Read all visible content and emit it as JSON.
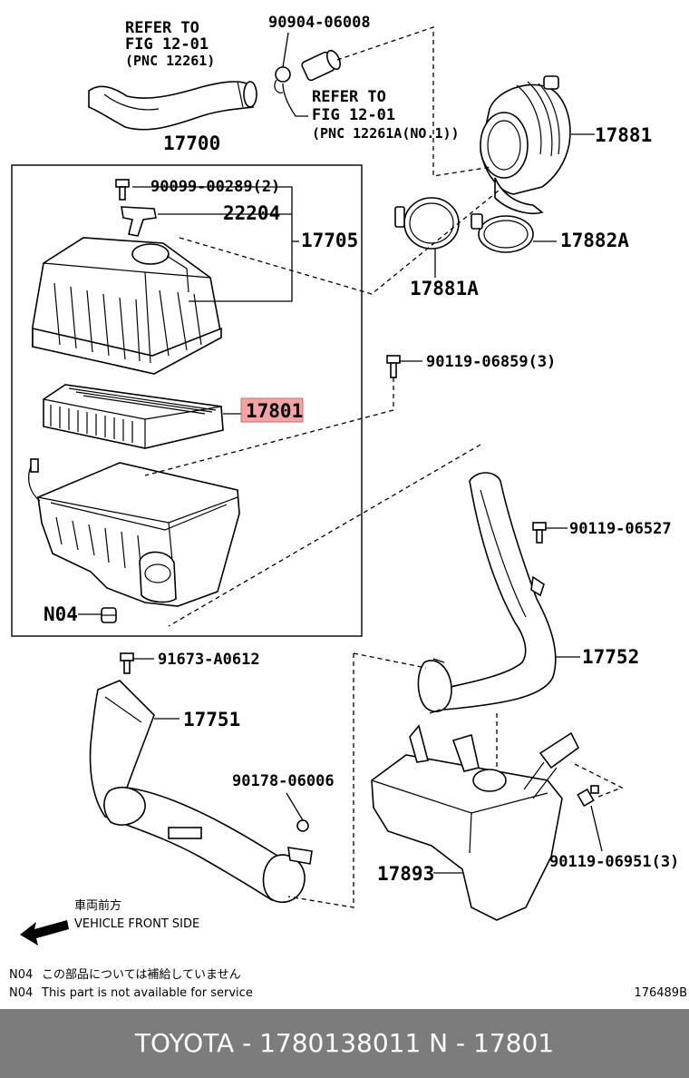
{
  "labels": {
    "refer1_line1": "REFER TO",
    "refer1_line2": "FIG 12-01",
    "refer1_line3": "(PNC 12261)",
    "p90904": "90904-06008",
    "refer2_line1": "REFER TO",
    "refer2_line2": "FIG 12-01",
    "refer2_line3": "(PNC 12261A(NO.1))",
    "p17881": "17881",
    "p17700": "17700",
    "p90099": "90099-00289(2)",
    "p22204": "22204",
    "p17705": "17705",
    "p17881A": "17881A",
    "p17882A": "17882A",
    "p90119_06859": "90119-06859(3)",
    "p17801": "17801",
    "p90119_06527": "90119-06527",
    "pN04": "N04",
    "p17752": "17752",
    "p91673": "91673-A0612",
    "p17751": "17751",
    "p90178": "90178-06006",
    "p17893": "17893",
    "p90119_06951": "90119-06951(3)"
  },
  "direction": {
    "jp": "車両前方",
    "en": "VEHICLE FRONT SIDE"
  },
  "notes": {
    "line1_code": "N04",
    "line1_text": "この部品については補給していません",
    "line2_code": "N04",
    "line2_text": "This part is not available for service"
  },
  "figure_id": "176489B",
  "footer": "TOYOTA - 1780138011      N - 17801",
  "colors": {
    "highlight": "#f2a3a3",
    "footer_bg": "#7c7c7c"
  }
}
